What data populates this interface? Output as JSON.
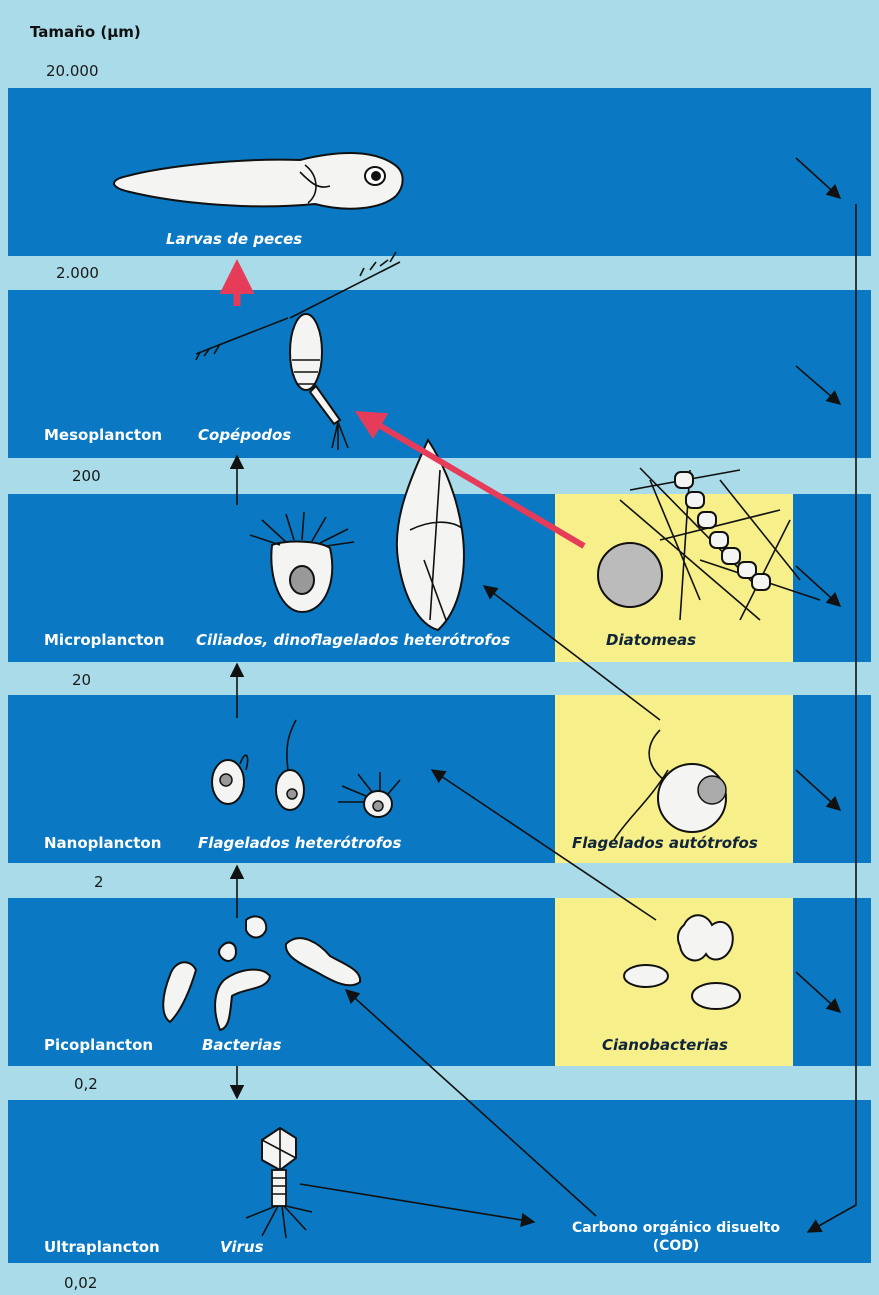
{
  "axis": {
    "title": "Tamaño (µm)",
    "ticks": [
      "20.000",
      "2.000",
      "200",
      "20",
      "2",
      "0,2",
      "0,02"
    ]
  },
  "classes": {
    "meso": "Mesoplancton",
    "micro": "Microplancton",
    "nano": "Nanoplancton",
    "pico": "Picoplancton",
    "ultra": "Ultraplancton"
  },
  "organisms": {
    "larvas": "Larvas de peces",
    "copepodos": "Copépodos",
    "ciliados": "Ciliados, dinoflagelados heterótrofos",
    "diatomeas": "Diatomeas",
    "flag_het": "Flagelados heterótrofos",
    "flag_aut": "Flagelados autótrofos",
    "bacterias": "Bacterias",
    "cianobacterias": "Cianobacterias",
    "virus": "Virus"
  },
  "cod": {
    "line1": "Carbono orgánico disuelto",
    "line2": "(COD)"
  },
  "colors": {
    "band_dark": "#0a78c2",
    "band_light": "#a9dbe8",
    "autotroph_box": "#f6ef8a",
    "highlight_arrow": "#e63c5a"
  }
}
